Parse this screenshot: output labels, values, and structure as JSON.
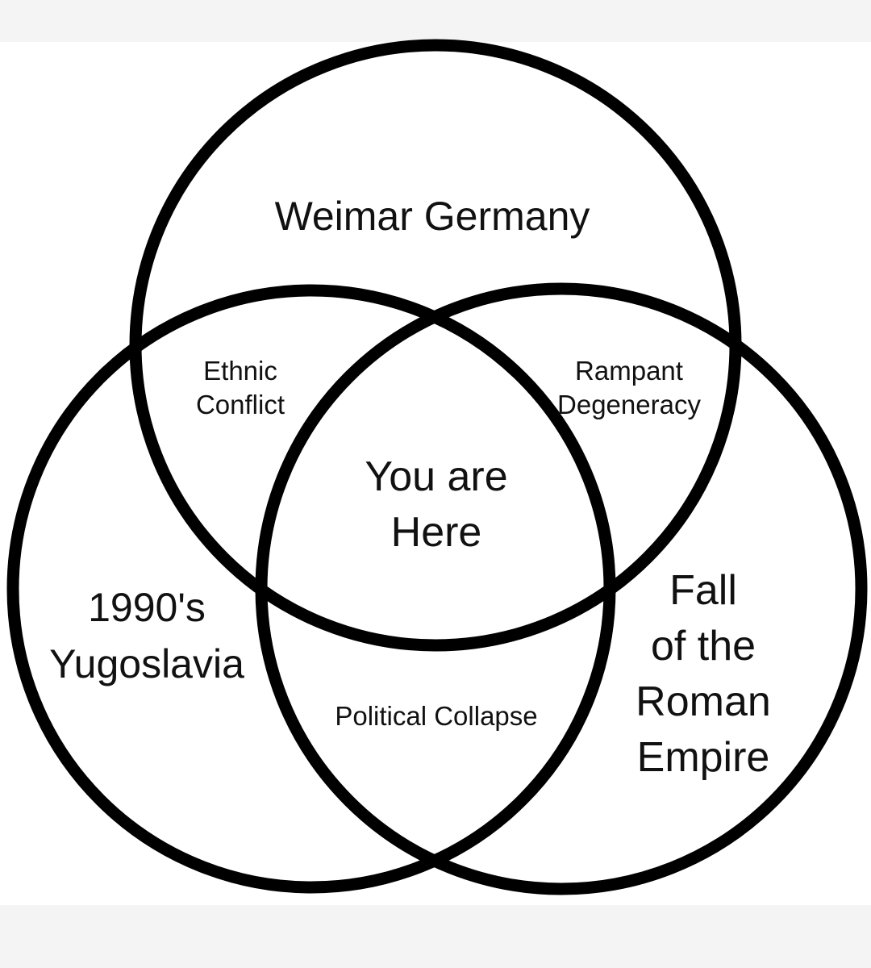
{
  "diagram": {
    "type": "venn",
    "circles": [
      {
        "id": "top",
        "label": "Weimar Germany"
      },
      {
        "id": "left",
        "label_lines": [
          "1990's",
          "Yugoslavia"
        ]
      },
      {
        "id": "right",
        "label_lines": [
          "Fall",
          "of the",
          "Roman",
          "Empire"
        ]
      }
    ],
    "overlaps": {
      "top_left": [
        "Ethnic",
        "Conflict"
      ],
      "top_right": [
        "Rampant",
        "Degeneracy"
      ],
      "left_right": [
        "Political Collapse"
      ],
      "center": [
        "You are",
        "Here"
      ]
    },
    "colors": {
      "stroke": "#000000",
      "text": "#111111",
      "panel": "#ffffff",
      "backdrop": "#f4f4f4"
    }
  }
}
